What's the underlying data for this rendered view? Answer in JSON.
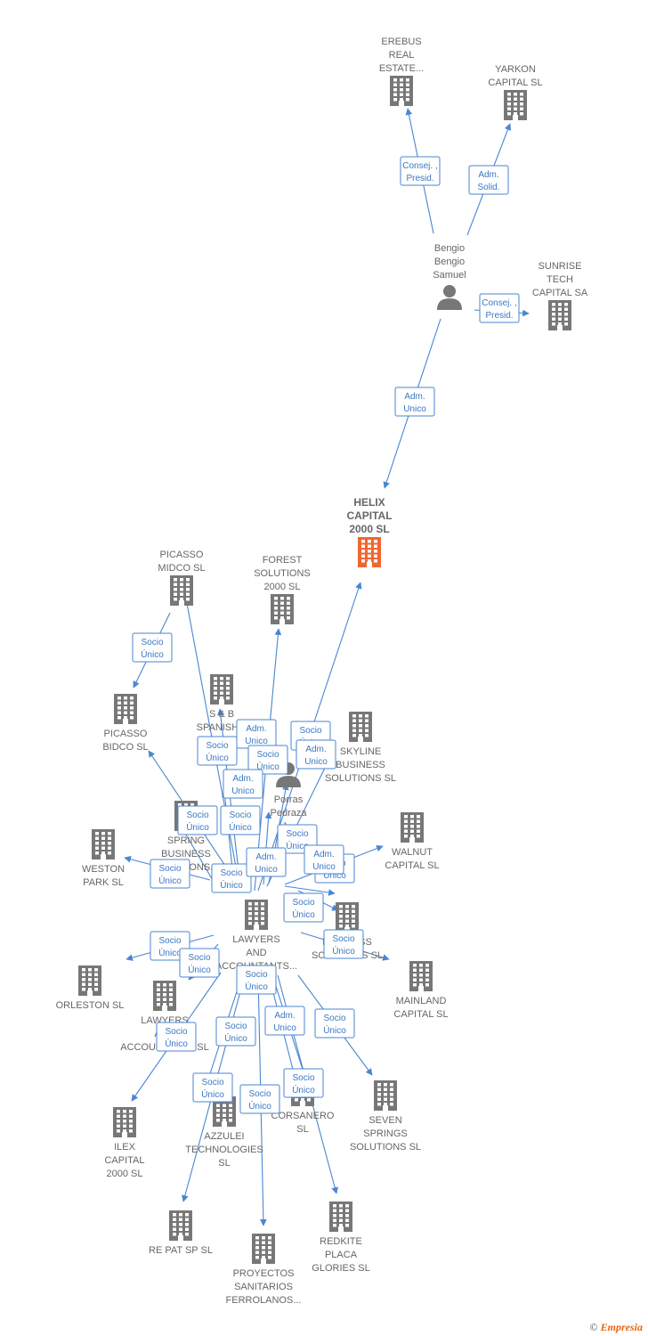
{
  "colors": {
    "edge": "#4a86d0",
    "node": "#777777",
    "main": "#f26530",
    "label": "#666666"
  },
  "nodes": [
    {
      "id": "erebus",
      "kind": "company",
      "label": [
        "EREBUS",
        "REAL",
        "ESTATE..."
      ]
    },
    {
      "id": "yarkon",
      "kind": "company",
      "label": [
        "YARKON",
        "CAPITAL  SL"
      ]
    },
    {
      "id": "bengio",
      "kind": "person",
      "label": [
        "Bengio",
        "Bengio",
        "Samuel"
      ]
    },
    {
      "id": "sunrise",
      "kind": "company",
      "label": [
        "SUNRISE",
        "TECH",
        "CAPITAL SA"
      ]
    },
    {
      "id": "helix",
      "kind": "main",
      "label": [
        "HELIX",
        "CAPITAL",
        "2000  SL"
      ]
    },
    {
      "id": "picasso_midco",
      "kind": "company",
      "label": [
        "PICASSO",
        "MIDCO  SL"
      ]
    },
    {
      "id": "forest",
      "kind": "company",
      "label": [
        "FOREST",
        "SOLUTIONS",
        "2000  SL"
      ]
    },
    {
      "id": "picasso_bidco",
      "kind": "company",
      "label": [
        "PICASSO",
        "BIDCO  SL"
      ]
    },
    {
      "id": "sb_spanish",
      "kind": "company",
      "label": [
        "S & B",
        "SPANISH..."
      ]
    },
    {
      "id": "skyline",
      "kind": "company",
      "label": [
        "SKYLINE",
        "BUSINESS",
        "SOLUTIONS  SL"
      ]
    },
    {
      "id": "porras",
      "kind": "person",
      "label": [
        "Porras",
        "Pedraza",
        "J..."
      ]
    },
    {
      "id": "spring",
      "kind": "company",
      "label": [
        "SPRING",
        "BUSINESS",
        "SOLUTIONS..."
      ]
    },
    {
      "id": "weston",
      "kind": "company",
      "label": [
        "WESTON",
        "PARK  SL"
      ]
    },
    {
      "id": "walnut",
      "kind": "company",
      "label": [
        "WALNUT",
        "CAPITAL  SL"
      ]
    },
    {
      "id": "lawyers",
      "kind": "company",
      "label": [
        "LAWYERS",
        "AND",
        "ACCOUNTANTS..."
      ]
    },
    {
      "id": "bizsol",
      "kind": "company",
      "label": [
        "BUSINESS",
        "SOLUTIONS  SL"
      ]
    },
    {
      "id": "orleston",
      "kind": "company",
      "label": [
        "ORLESTON  SL"
      ]
    },
    {
      "id": "lawyers2",
      "kind": "company",
      "label": [
        "LAWYERS",
        "AND",
        "ACCOUNTANTS  SL"
      ]
    },
    {
      "id": "mainland",
      "kind": "company",
      "label": [
        "MAINLAND",
        "CAPITAL  SL"
      ]
    },
    {
      "id": "seven",
      "kind": "company",
      "label": [
        "SEVEN",
        "SPRINGS",
        "SOLUTIONS  SL"
      ]
    },
    {
      "id": "corsanero",
      "kind": "company",
      "label": [
        "CORSANERO",
        "SL"
      ]
    },
    {
      "id": "azzulei",
      "kind": "company",
      "label": [
        "AZZULEI",
        "TECHNOLOGIES",
        "SL"
      ]
    },
    {
      "id": "ilex",
      "kind": "company",
      "label": [
        "ILEX",
        "CAPITAL",
        "2000  SL"
      ]
    },
    {
      "id": "repat",
      "kind": "company",
      "label": [
        "RE PAT SP  SL"
      ]
    },
    {
      "id": "proyectos",
      "kind": "company",
      "label": [
        "PROYECTOS",
        "SANITARIOS",
        "FERROLANOS..."
      ]
    },
    {
      "id": "redkite",
      "kind": "company",
      "label": [
        "REDKITE",
        "PLACA",
        "GLORIES  SL"
      ]
    }
  ],
  "relations": [
    {
      "id": "r1",
      "label": [
        "Consej. ,",
        "Presid."
      ]
    },
    {
      "id": "r2",
      "label": [
        "Adm.",
        "Solid."
      ]
    },
    {
      "id": "r3",
      "label": [
        "Consej. ,",
        "Presid."
      ]
    },
    {
      "id": "r4",
      "label": [
        "Adm.",
        "Unico"
      ]
    },
    {
      "id": "r5",
      "label": [
        "Socio",
        "Único"
      ]
    },
    {
      "id": "r6",
      "label": [
        "Adm.",
        "Unico"
      ]
    },
    {
      "id": "r7",
      "label": [
        "Socio",
        "Único"
      ]
    },
    {
      "id": "r8",
      "label": [
        "Socio",
        "Único"
      ]
    },
    {
      "id": "r9",
      "label": [
        "Socio",
        "Único"
      ]
    },
    {
      "id": "r10",
      "label": [
        "Adm.",
        "Unico"
      ]
    },
    {
      "id": "r11",
      "label": [
        "Adm.",
        "Unico"
      ]
    },
    {
      "id": "r12",
      "label": [
        "Socio",
        "Único"
      ]
    },
    {
      "id": "r13",
      "label": [
        "Socio",
        "Único"
      ]
    },
    {
      "id": "r14",
      "label": [
        "Socio",
        "Único"
      ]
    },
    {
      "id": "r15",
      "label": [
        "Socio",
        "Único"
      ]
    },
    {
      "id": "r16",
      "label": [
        "Socio",
        "Único"
      ]
    },
    {
      "id": "r17",
      "label": [
        "Adm.",
        "Unico"
      ]
    },
    {
      "id": "r18",
      "label": [
        "Socio",
        "Único"
      ]
    },
    {
      "id": "r19",
      "label": [
        "Adm.",
        "Unico"
      ]
    },
    {
      "id": "r20",
      "label": [
        "Socio",
        "Único"
      ]
    },
    {
      "id": "r21",
      "label": [
        "Socio",
        "Único"
      ]
    },
    {
      "id": "r22",
      "label": [
        "Socio",
        "Único"
      ]
    },
    {
      "id": "r23",
      "label": [
        "Socio",
        "Único"
      ]
    },
    {
      "id": "r24",
      "label": [
        "Socio",
        "Único"
      ]
    },
    {
      "id": "r25",
      "label": [
        "Socio",
        "Único"
      ]
    },
    {
      "id": "r26",
      "label": [
        "Socio",
        "Único"
      ]
    },
    {
      "id": "r27",
      "label": [
        "Adm.",
        "Unico"
      ]
    },
    {
      "id": "r28",
      "label": [
        "Socio",
        "Único"
      ]
    },
    {
      "id": "r29",
      "label": [
        "Socio",
        "Único"
      ]
    },
    {
      "id": "r30",
      "label": [
        "Socio",
        "Único"
      ]
    },
    {
      "id": "r31",
      "label": [
        "Socio",
        "Único"
      ]
    }
  ],
  "credit": {
    "symbol": "©",
    "brand": "Empresia"
  }
}
